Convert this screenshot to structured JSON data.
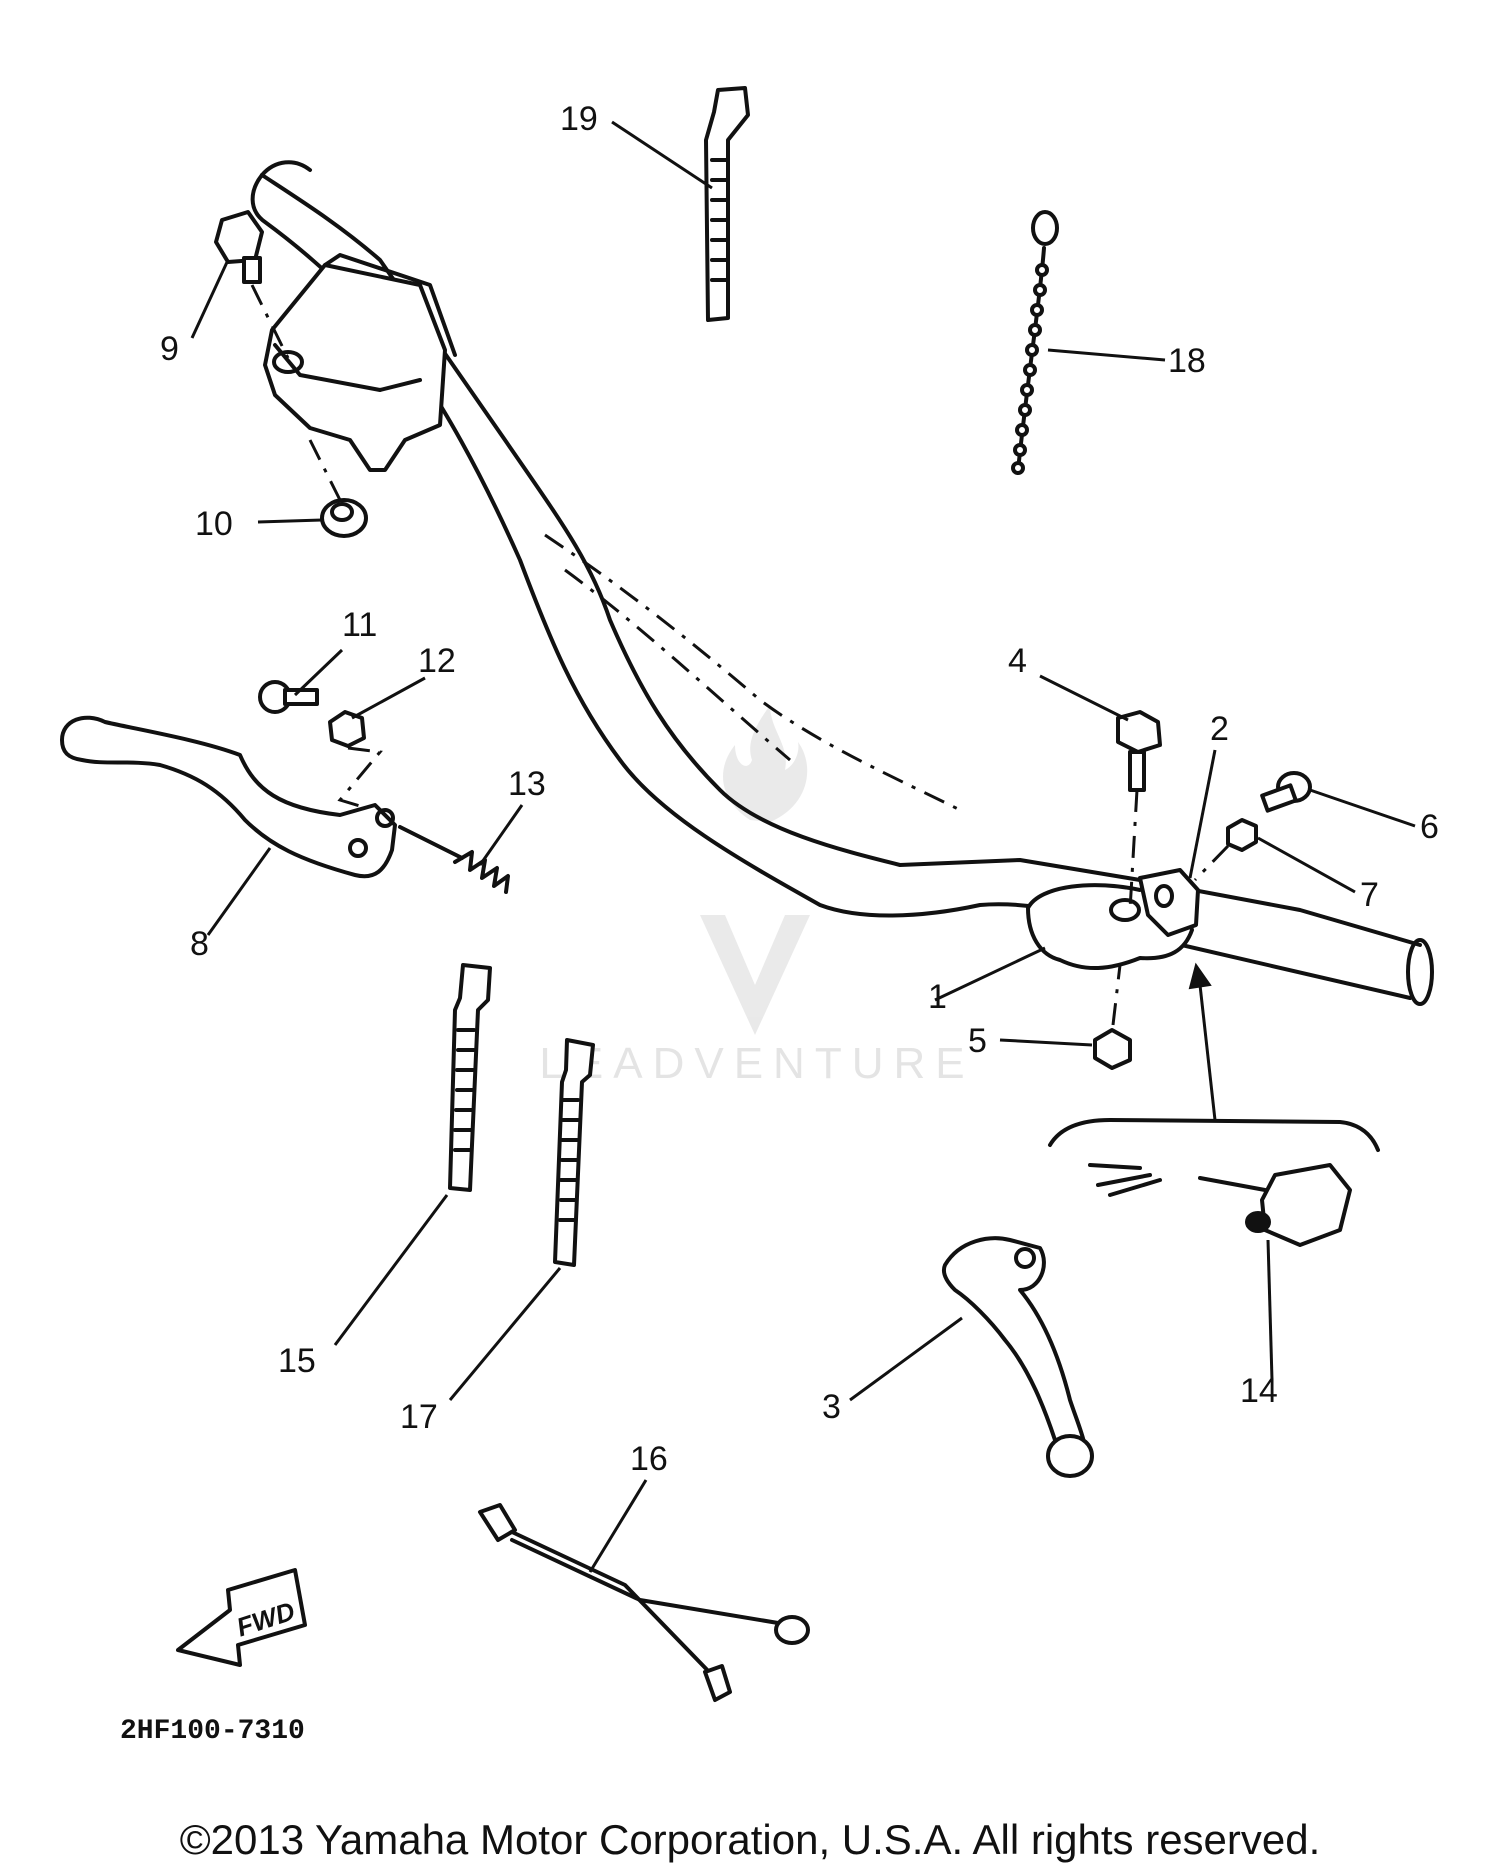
{
  "diagram_code": "2HF100-7310",
  "fwd_label": "FWD",
  "watermark": "LEADVENTURE",
  "copyright": "©2013 Yamaha Motor Corporation, U.S.A. All rights reserved.",
  "callouts": [
    "1",
    "2",
    "3",
    "4",
    "5",
    "6",
    "7",
    "8",
    "9",
    "10",
    "11",
    "12",
    "13",
    "14",
    "15",
    "16",
    "17",
    "18",
    "19"
  ],
  "colors": {
    "ink": "#111111",
    "watermark": "#cfcfcf"
  }
}
